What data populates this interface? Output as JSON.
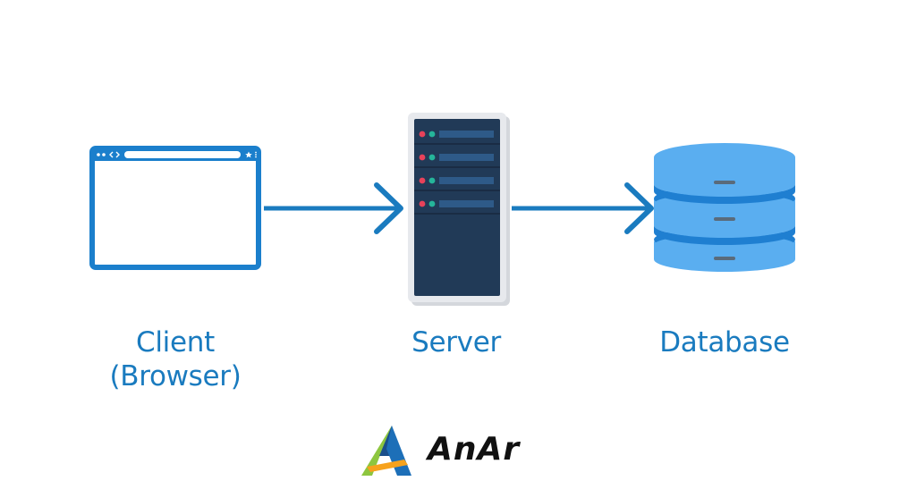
{
  "nodes": {
    "client": {
      "label_line1": "Client",
      "label_line2": "(Browser)"
    },
    "server": {
      "label": "Server"
    },
    "database": {
      "label": "Database"
    }
  },
  "edges": [
    {
      "from": "client",
      "to": "server"
    },
    {
      "from": "server",
      "to": "database"
    }
  ],
  "colors": {
    "primary_blue": "#1a7bbf",
    "browser_outline": "#1b7fcc",
    "server_body": "#213a57",
    "server_frame": "#e7e9ed",
    "server_led_red": "#e8425a",
    "server_led_green": "#25b59a",
    "server_slot": "#2e5a88",
    "db_light": "#5aaef0",
    "db_dark": "#1f7fd1",
    "db_slot": "#5a6b7b"
  },
  "logo": {
    "wordmark": "AnAr"
  }
}
